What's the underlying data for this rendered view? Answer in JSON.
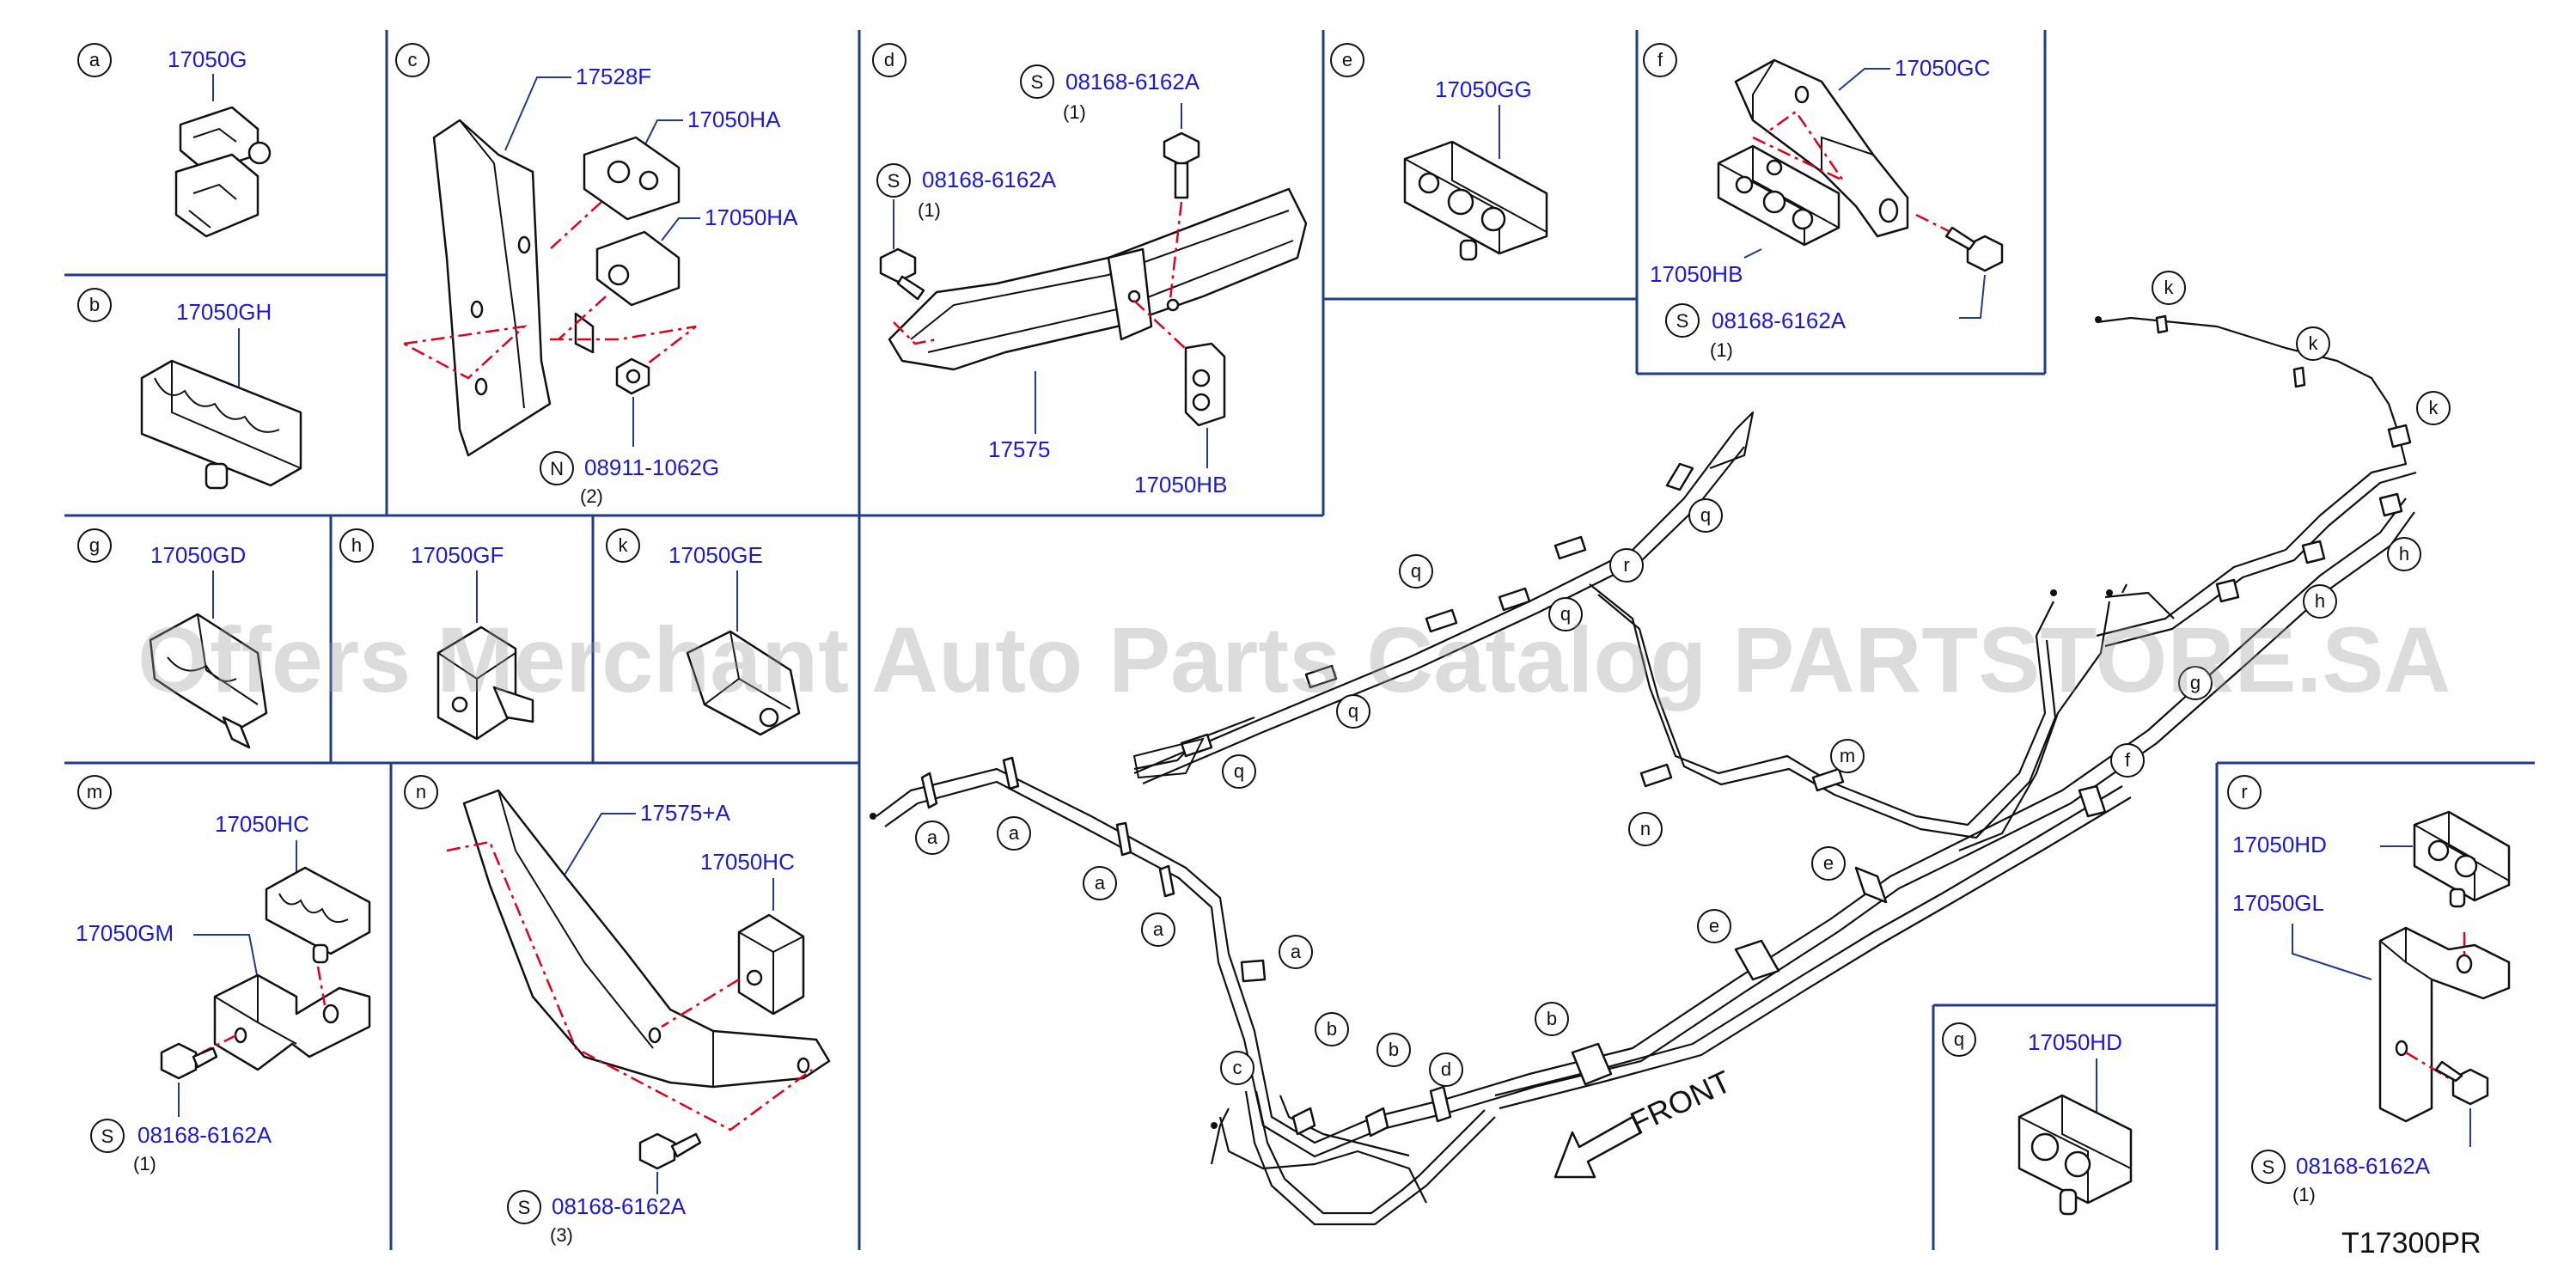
{
  "panels": {
    "a": {
      "letter": "a",
      "part": "17050G"
    },
    "b": {
      "letter": "b",
      "part": "17050GH"
    },
    "c": {
      "letter": "c",
      "parts": [
        "17528F",
        "17050HA",
        "17050HA"
      ],
      "fastener": {
        "prefix": "N",
        "part": "08911-1062G",
        "qty": "(2)"
      }
    },
    "d": {
      "letter": "d",
      "parts": [
        "17575",
        "17050HB"
      ],
      "fasteners": [
        {
          "prefix": "S",
          "part": "08168-6162A",
          "qty": "(1)"
        },
        {
          "prefix": "S",
          "part": "08168-6162A",
          "qty": "(1)"
        }
      ]
    },
    "e": {
      "letter": "e",
      "part": "17050GG"
    },
    "f": {
      "letter": "f",
      "parts": [
        "17050GC",
        "17050HB"
      ],
      "fastener": {
        "prefix": "S",
        "part": "08168-6162A",
        "qty": "(1)"
      }
    },
    "g": {
      "letter": "g",
      "part": "17050GD"
    },
    "h": {
      "letter": "h",
      "part": "17050GF"
    },
    "k": {
      "letter": "k",
      "part": "17050GE"
    },
    "m": {
      "letter": "m",
      "parts": [
        "17050HC",
        "17050GM"
      ],
      "fastener": {
        "prefix": "S",
        "part": "08168-6162A",
        "qty": "(1)"
      }
    },
    "n": {
      "letter": "n",
      "parts": [
        "17575+A",
        "17050HC"
      ],
      "fastener": {
        "prefix": "S",
        "part": "08168-6162A",
        "qty": "(3)"
      }
    },
    "q": {
      "letter": "q",
      "part": "17050HD"
    },
    "r": {
      "letter": "r",
      "parts": [
        "17050HD",
        "17050GL"
      ],
      "fastener": {
        "prefix": "S",
        "part": "08168-6162A",
        "qty": "(1)"
      }
    }
  },
  "main_callouts": [
    "a",
    "a",
    "a",
    "a",
    "a",
    "b",
    "b",
    "b",
    "c",
    "d",
    "e",
    "e",
    "f",
    "g",
    "h",
    "h",
    "k",
    "k",
    "k",
    "m",
    "n",
    "q",
    "q",
    "q",
    "q",
    "q",
    "r"
  ],
  "front_label": "FRONT",
  "watermark": "Offers Merchant Auto Parts Catalog PARTSTORE.SA",
  "diagram_ref": "T17300PR",
  "colors": {
    "part_number": "#1a1ad6",
    "frame": "#1f3b8c",
    "dashed_line": "#e0001a",
    "line": "#111111"
  }
}
